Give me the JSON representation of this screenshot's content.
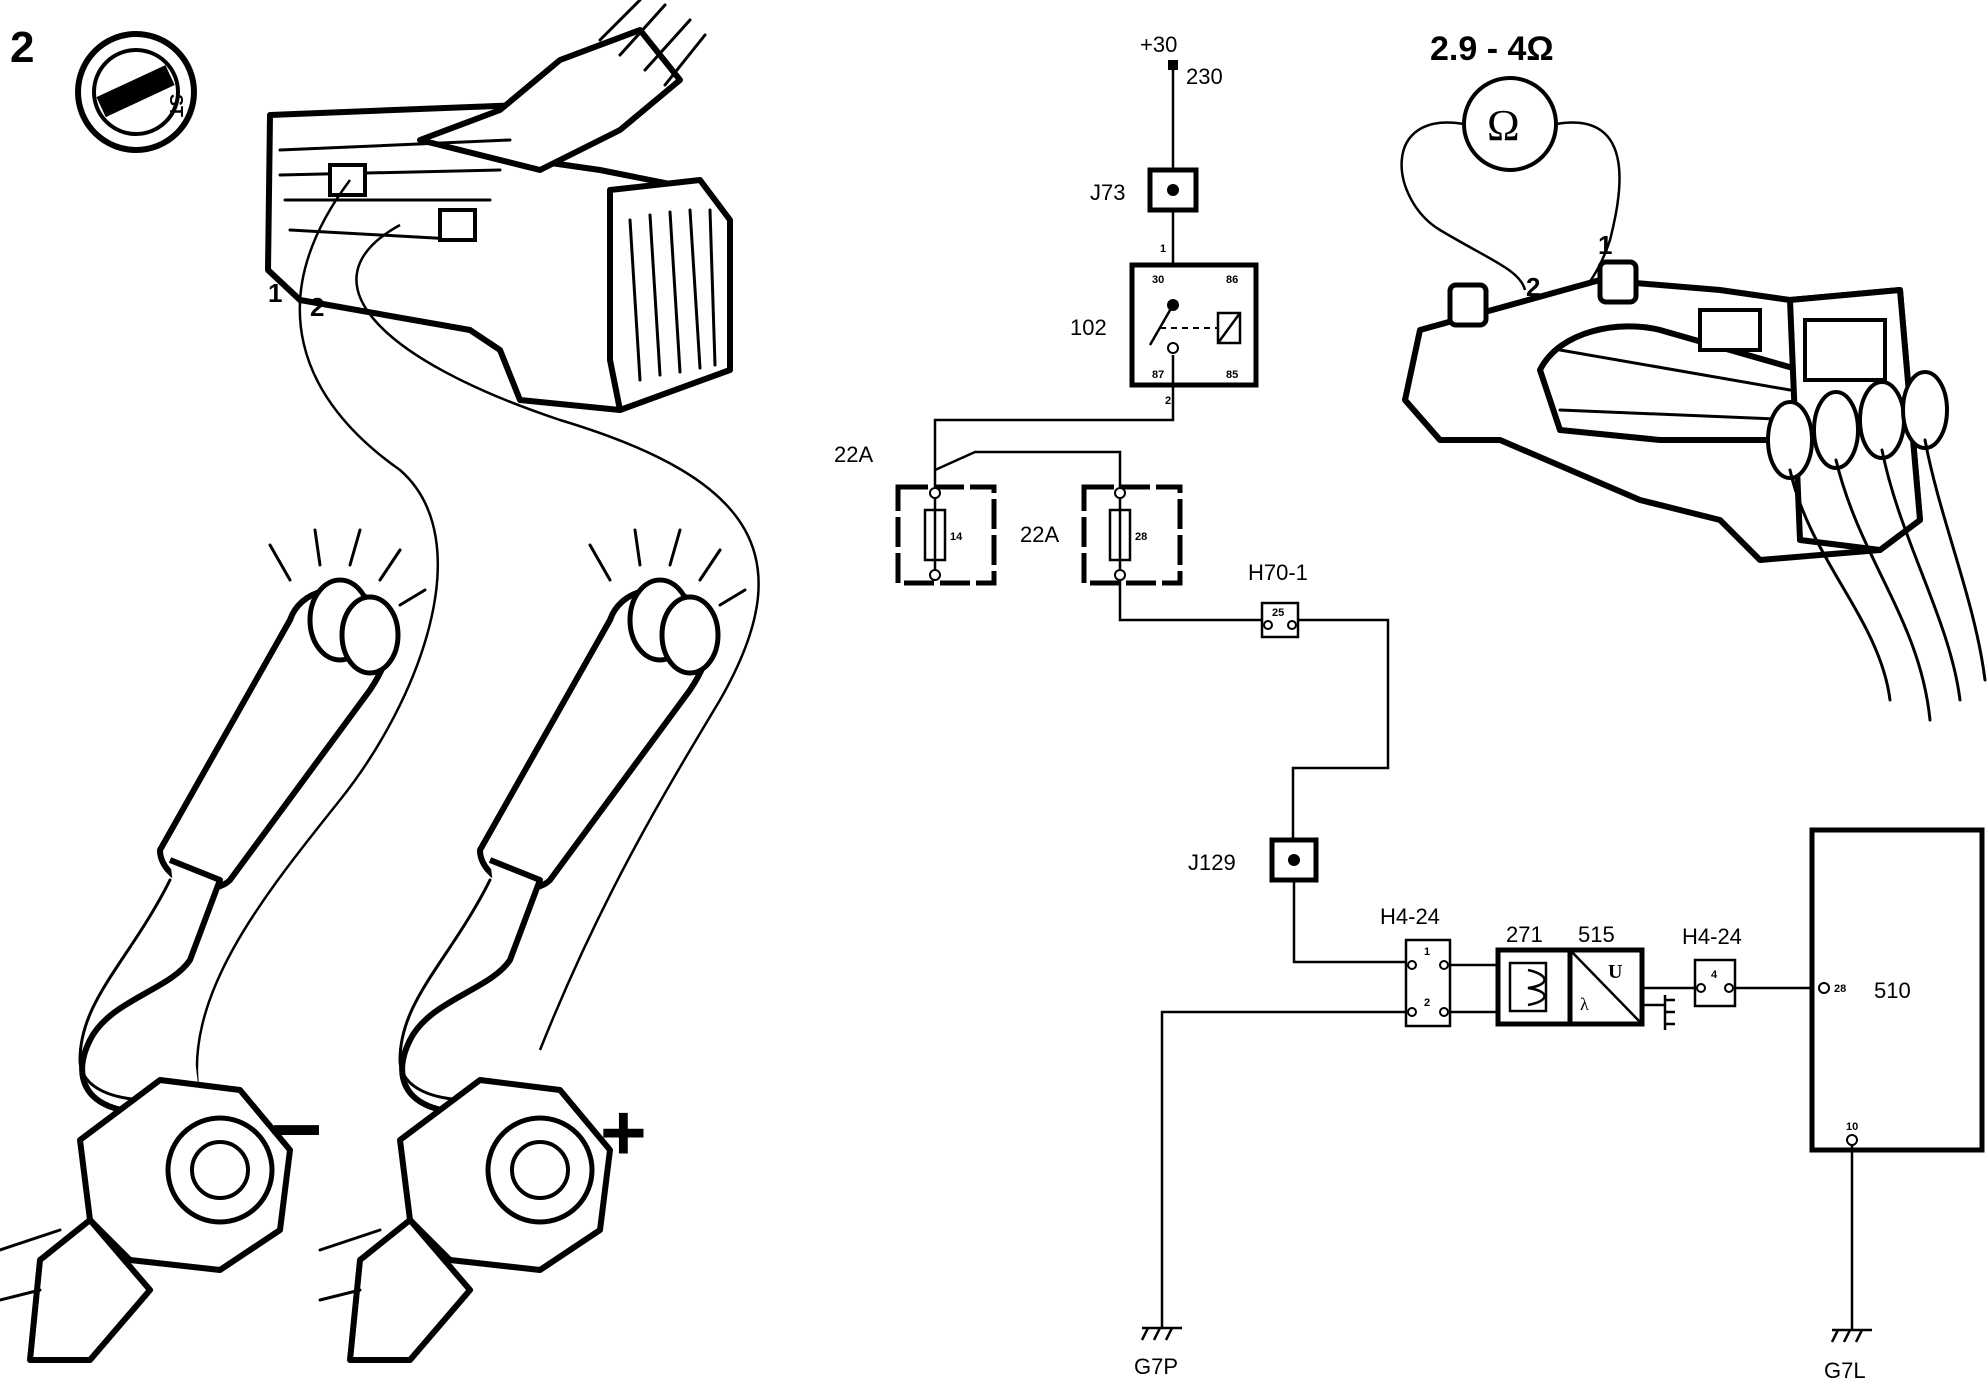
{
  "figure": {
    "step_number": "2",
    "ignition_position": "ST"
  },
  "probe_test": {
    "connector_pins": [
      "1",
      "2"
    ],
    "polarity_negative": "−",
    "polarity_positive": "+"
  },
  "ohmmeter": {
    "resistance_range": "2.9 - 4Ω",
    "symbol": "Ω",
    "pins": [
      "2",
      "1"
    ]
  },
  "schematic": {
    "supply": {
      "label": "+30",
      "wire": "230"
    },
    "junctions": [
      "J73",
      "J129"
    ],
    "relay": {
      "id": "102",
      "pins": {
        "p30": "30",
        "p86": "86",
        "p87": "87",
        "p85": "85",
        "in": "1",
        "out": "2"
      }
    },
    "fuses": [
      {
        "label": "22A",
        "number": "14"
      },
      {
        "label": "22A",
        "number": "28"
      }
    ],
    "connector_h70": {
      "label": "H70-1",
      "pin": "25"
    },
    "connector_h4_left": {
      "label": "H4-24",
      "pins": [
        "1",
        "2"
      ]
    },
    "connector_h4_right": {
      "label": "H4-24",
      "pin": "4"
    },
    "heater": {
      "id": "271"
    },
    "lambda_sensor": {
      "id": "515",
      "symbol_u": "U",
      "symbol_lambda": "λ"
    },
    "ecu": {
      "id": "510",
      "pin_a": "28",
      "pin_b": "10"
    },
    "grounds": [
      "G7P",
      "G7L"
    ]
  }
}
